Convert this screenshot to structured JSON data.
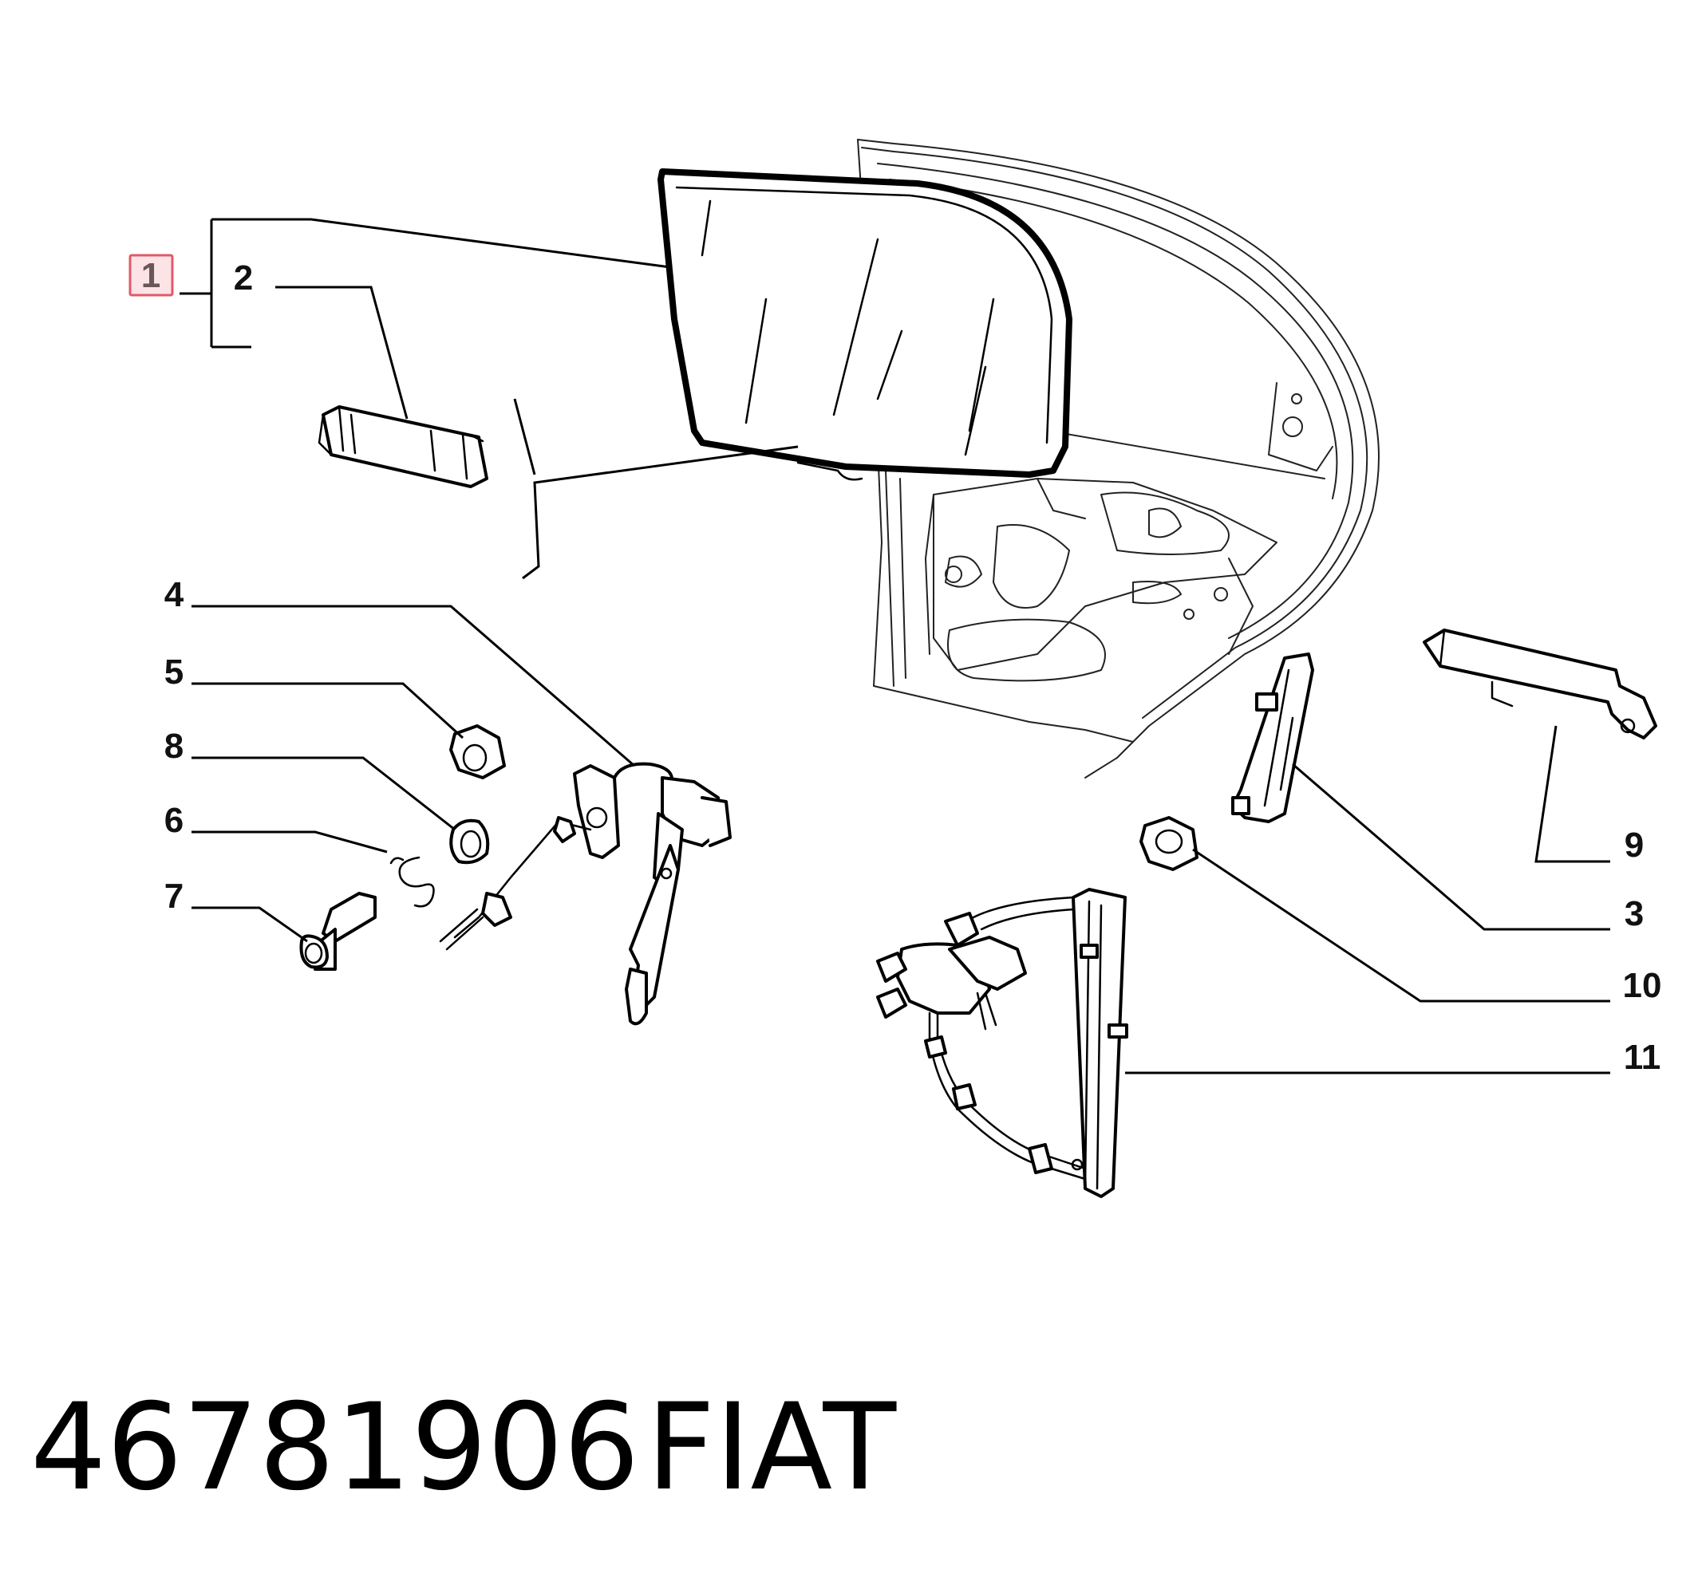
{
  "callouts": {
    "c1": "1",
    "c2": "2",
    "c3": "3",
    "c4": "4",
    "c5": "5",
    "c6": "6",
    "c7": "7",
    "c8": "8",
    "c9": "9",
    "c10": "10",
    "c11": "11"
  },
  "highlighted_callout": "1",
  "highlight_color": "#e05a6a",
  "highlight_fill": "#fbe3e6",
  "footer": {
    "part_number": "46781906",
    "brand": "FIAT"
  }
}
